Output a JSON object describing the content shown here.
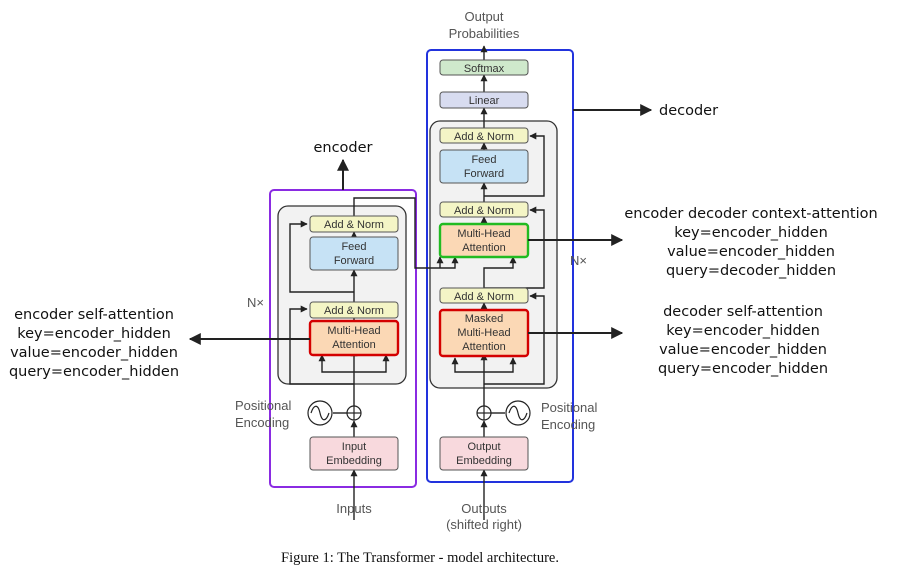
{
  "colors": {
    "add_norm": "#f4f5c6",
    "feed_forward": "#c6e2f5",
    "attention": "#fbd8b5",
    "embedding": "#f8d9dd",
    "softmax": "#cfe9cc",
    "linear": "#d8dcf0",
    "stack_bg": "#f2f2f2",
    "encoder_outline": "#8a2be2",
    "decoder_outline": "#2233dd",
    "highlight_red": "#d40000",
    "highlight_green": "#22bb22"
  },
  "diagram": {
    "output_probabilities": [
      "Output",
      "Probabilities"
    ],
    "softmax": "Softmax",
    "linear": "Linear",
    "add_norm": "Add & Norm",
    "feed_forward": [
      "Feed",
      "Forward"
    ],
    "multi_head_attention": [
      "Multi-Head",
      "Attention"
    ],
    "masked_multi_head_attention": [
      "Masked",
      "Multi-Head",
      "Attention"
    ],
    "input_embedding": [
      "Input",
      "Embedding"
    ],
    "output_embedding": [
      "Output",
      "Embedding"
    ],
    "positional_encoding": [
      "Positional",
      "Encoding"
    ],
    "inputs": "Inputs",
    "outputs": [
      "Outputs",
      "(shifted right)"
    ],
    "nx": "N×"
  },
  "annotations": {
    "encoder": "encoder",
    "decoder": "decoder",
    "encoder_self_attention": [
      "encoder self-attention",
      "key=encoder_hidden",
      "value=encoder_hidden",
      "query=encoder_hidden"
    ],
    "context_attention": [
      "encoder decoder context-attention",
      "key=encoder_hidden",
      "value=encoder_hidden",
      "query=decoder_hidden"
    ],
    "decoder_self_attention": [
      "decoder self-attention",
      "key=encoder_hidden",
      "value=encoder_hidden",
      "query=encoder_hidden"
    ]
  },
  "caption": "Figure 1: The Transformer - model architecture."
}
